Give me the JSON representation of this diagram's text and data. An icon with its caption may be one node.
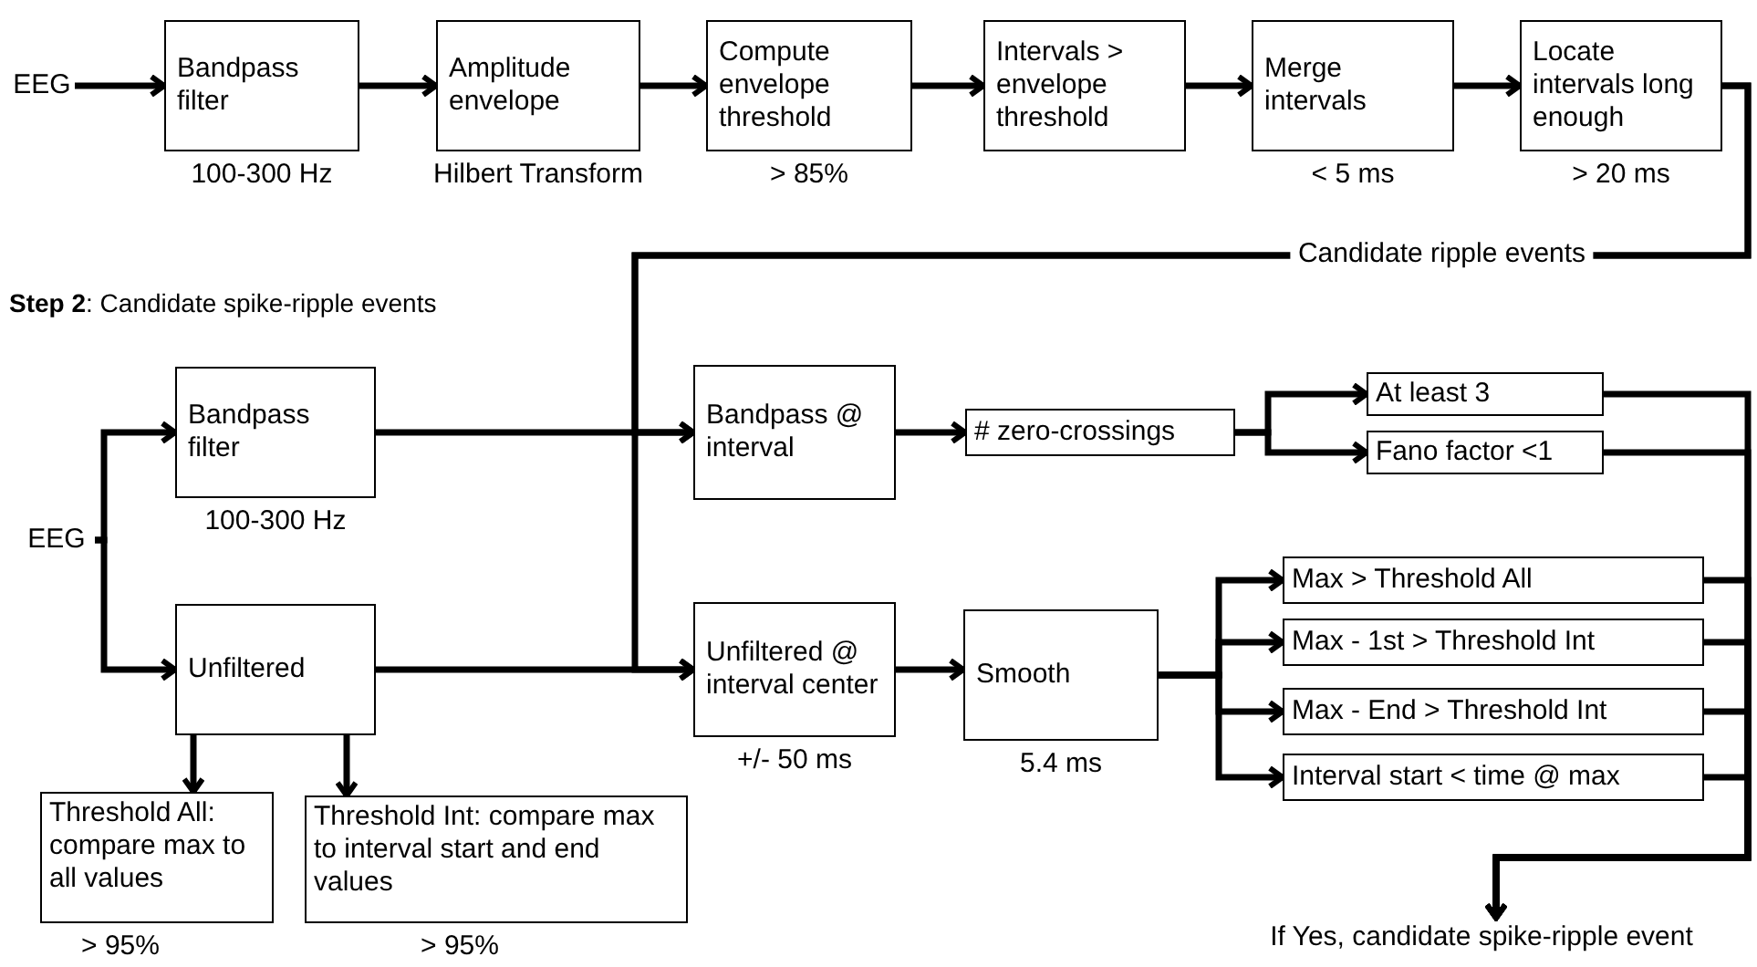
{
  "diagram": {
    "nodes": [
      {
        "text": [
          "EEG"
        ]
      },
      {
        "text": [
          "Bandpass filter"
        ],
        "beside": [
          "100-300 Hz"
        ]
      },
      {
        "text": [
          "Amplitude envelope"
        ],
        "beside": [
          "Hilbert Transform"
        ]
      },
      {
        "text": [
          "Compute envelope threshold"
        ],
        "beside": [
          "> 85%"
        ]
      },
      {
        "text": [
          "Intervals > envelope threshold"
        ]
      },
      {
        "text": [
          "Merge intervals"
        ],
        "beside": [
          "< 5 ms"
        ]
      },
      {
        "text": [
          "Locate intervals long enough"
        ],
        "beside": [
          "> 20 ms"
        ]
      },
      {
        "text": [
          "EEG"
        ]
      },
      {
        "text": [
          "Bandpass filter"
        ],
        "beside": [
          "100-300 Hz"
        ]
      },
      {
        "text": [
          "Unfiltered"
        ]
      },
      {
        "text": [
          "Bandpass @ interval"
        ]
      },
      {
        "text": [
          "# zero-crossings"
        ]
      },
      {
        "text": [
          "At least 3"
        ]
      },
      {
        "text": [
          "Fano factor <1"
        ]
      },
      {
        "text": [
          "Unfiltered @ interval center"
        ],
        "beside": [
          "+/- 50 ms"
        ]
      },
      {
        "text": [
          "Smooth"
        ],
        "beside": [
          "5.4 ms"
        ]
      },
      {
        "text": [
          "Max > Threshold All"
        ]
      },
      {
        "text": [
          "Max - 1st > Threshold Int"
        ]
      },
      {
        "text": [
          "Max - End > Threshold Int"
        ]
      },
      {
        "text": [
          "Interval start < time @ max"
        ]
      },
      {
        "text": [
          "Threshold All: compare max to all values"
        ],
        "beside": [
          "> 95%"
        ]
      },
      {
        "text": [
          "Threshold Int: compare max to interval start and end values"
        ],
        "beside": [
          "> 95%"
        ]
      },
      {
        "text": [
          "If Yes, candidate spike-ripple event"
        ]
      }
    ],
    "edges": [
      {
        "from": 0,
        "to": 1,
        "arrow": "to"
      },
      {
        "from": 1,
        "to": 2,
        "arrow": "to"
      },
      {
        "from": 2,
        "to": 3,
        "arrow": "to"
      },
      {
        "from": 3,
        "to": 4,
        "arrow": "to"
      },
      {
        "from": 4,
        "to": 5,
        "arrow": "to"
      },
      {
        "from": 5,
        "to": 6,
        "arrow": "to"
      },
      {
        "from": 6,
        "to": 10,
        "arrow": "to",
        "label": "Candidate ripple events"
      },
      {
        "from": 6,
        "to": 14,
        "arrow": "to"
      },
      {
        "from": 7,
        "to": 8,
        "arrow": "to"
      },
      {
        "from": 7,
        "to": 9,
        "arrow": "to"
      },
      {
        "from": 8,
        "to": 10,
        "arrow": "to"
      },
      {
        "from": 9,
        "to": 14,
        "arrow": "to"
      },
      {
        "from": 10,
        "to": 11,
        "arrow": "to"
      },
      {
        "from": 11,
        "to": 12,
        "arrow": "to"
      },
      {
        "from": 11,
        "to": 13,
        "arrow": "to"
      },
      {
        "from": 14,
        "to": 15,
        "arrow": "to"
      },
      {
        "from": 15,
        "to": 16,
        "arrow": "to"
      },
      {
        "from": 15,
        "to": 17,
        "arrow": "to"
      },
      {
        "from": 15,
        "to": 18,
        "arrow": "to"
      },
      {
        "from": 15,
        "to": 19,
        "arrow": "to"
      },
      {
        "from": 9,
        "to": 20,
        "arrow": "to"
      },
      {
        "from": 9,
        "to": 21,
        "arrow": "to"
      },
      {
        "from": 12,
        "to": 22,
        "arrow": "to"
      },
      {
        "from": 13,
        "to": 22,
        "arrow": "to"
      },
      {
        "from": 16,
        "to": 22,
        "arrow": "to"
      },
      {
        "from": 17,
        "to": 22,
        "arrow": "to"
      },
      {
        "from": 18,
        "to": 22,
        "arrow": "to"
      },
      {
        "from": 19,
        "to": 22,
        "arrow": "to"
      }
    ],
    "labels": [
      "**Step 2**: Candidate spike-ripple events"
    ]
  }
}
